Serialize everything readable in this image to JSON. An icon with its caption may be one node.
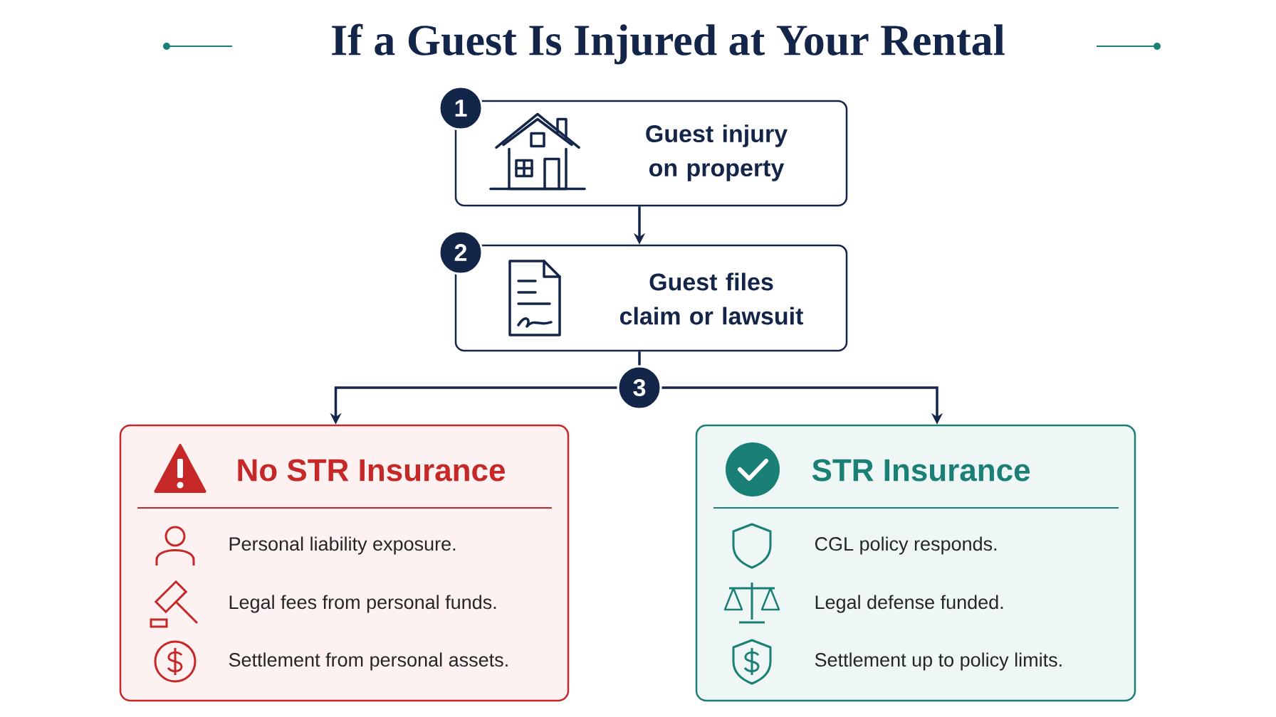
{
  "diagram": {
    "title": "If a Guest Is Injured at Your Rental",
    "nodes": [
      {
        "text": [
          "1"
        ]
      },
      {
        "text": [
          "Guest injury on property"
        ]
      },
      {
        "text": [
          "2"
        ]
      },
      {
        "text": [
          "Guest files claim or lawsuit"
        ]
      },
      {
        "text": [
          "3"
        ]
      },
      {
        "text": [
          "No STR Insurance",
          "Personal liability exposure.",
          "Legal fees from personal funds.",
          "Settlement from personal assets."
        ]
      },
      {
        "text": [
          "STR Insurance",
          "CGL policy responds.",
          "Legal defense funded.",
          "Settlement up to policy limits."
        ]
      }
    ],
    "edges": [
      {
        "from": 1,
        "to": 3,
        "arrow": "to"
      },
      {
        "from": 3,
        "to": 4,
        "arrow": "none"
      },
      {
        "from": 4,
        "to": 5,
        "arrow": "to"
      },
      {
        "from": 4,
        "to": 6,
        "arrow": "to"
      }
    ]
  }
}
